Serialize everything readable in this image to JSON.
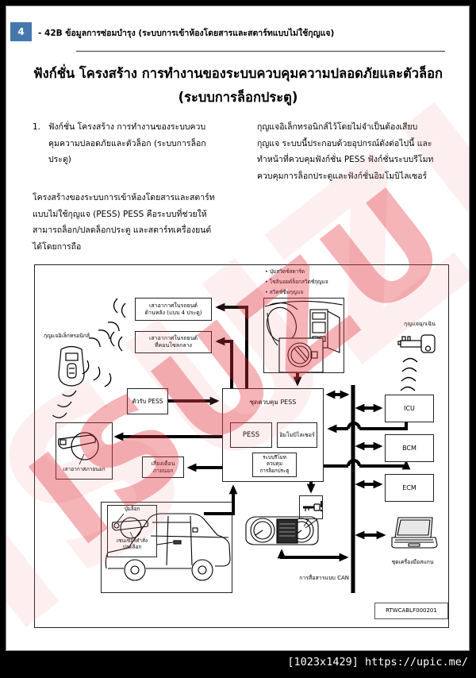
{
  "page": {
    "badge": "4",
    "header": "- 42B ข้อมูลการซ่อมบำรุง (ระบบการเข้าห้องโดยสารและสตาร์ทแบบไม่ใช้กุญแจ)",
    "title_lines": [
      "ฟังก์ชั่น โครงสร้าง การทำงานของระบบควบคุมความปลอดภัยและตัวล็อก",
      "(ระบบการล็อกประตู)"
    ]
  },
  "body": {
    "item_number": "1.",
    "item_lines": [
      "ฟังก์ชั่น โครงสร้าง การทำงานของระบบควบ",
      "คุมความปลอดภัยและตัวล็อก (ระบบการล็อก",
      "ประตู)"
    ],
    "para_lines": [
      "โครงสร้างของระบบการเข้าห้องโดยสารและสตาร์ท",
      "แบบไม่ใช้กุญแจ (PESS) PESS คือระบบที่ช่วยให้",
      "สามารถล็อก/ปลดล็อกประตู และสตาร์ทเครื่องยนต์",
      "ได้โดยการถือ"
    ],
    "right_lines": [
      "กุญแจอิเล็กทรอนิกส์ไว้โดยไม่จำเป็นต้องเสียบ",
      "กุญแจ ระบบนี้ประกอบด้วยอุปกรณ์ดังต่อไปนี้ และ",
      "ทำหน้าที่ควบคุมฟังก์ชั่น PESS ฟังก์ชั่นระบบรีโมท",
      "ควบคุมการล็อกประตูและฟังก์ชั่นอิมโมบิไลเซอร์"
    ]
  },
  "diagram": {
    "bullets": [
      "ปุ่มสวิตช์สตาร์ต",
      "โซลินอยด์ล็อกสวิตช์กุญแจ",
      "สวิตช์ซีมกุญแจ"
    ],
    "labels": {
      "electronic_key": "กุญแจอิเล็กทรอนิกส์",
      "antenna_rear": [
        "เสาอากาศในรถยนต์",
        "ด้านหลัง (แบบ 4 ประตู)"
      ],
      "antenna_console": [
        "เสาอากาศในรถยนต์",
        "ที่คอนโซลกลาง"
      ],
      "pess_receiver": "ตัวรับ PESS",
      "external_antenna": "เสาอากาศภายนอก",
      "external_buzzer": [
        "เสียงเตือน",
        "ภายนอก"
      ],
      "control_unit": "ชุดควบคุม PESS",
      "pess": "PESS",
      "immobilizer": "อิมโมบิไลเซอร์",
      "remote_lock": [
        "ระบบรีโมท",
        "ควบคุม",
        "การล็อกประตู"
      ],
      "icu": "ICU",
      "bcm": "BCM",
      "ecm": "ECM",
      "emergency_key": "กุญแจฉุกเฉิน",
      "lock_button": "ปุ่มล็อก",
      "unlock_sensor": [
        "เซนเซอร์คำสั่ง",
        "ปลดล็อก"
      ],
      "can": "การสื่อสารแบบ CAN",
      "scan_tool": "ชุดเครื่องมือสแกน",
      "code": "RTWCABLF000201"
    }
  },
  "watermark": "ISUZU",
  "footer": "[1023x1429] https://upic.me/"
}
